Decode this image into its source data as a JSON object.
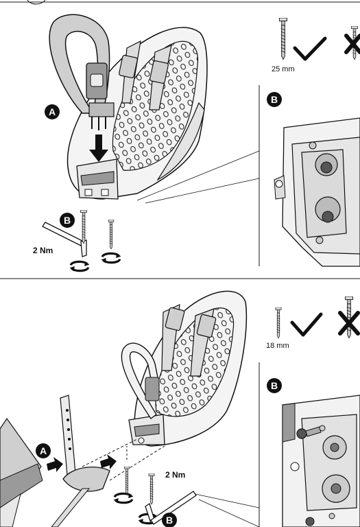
{
  "panels": {
    "top": {
      "markers": {
        "a": "A",
        "b": "B",
        "b_detail": "B"
      },
      "torque": "2 Nm",
      "screw_length": "25 mm"
    },
    "bottom": {
      "markers": {
        "a": "A",
        "b": "B",
        "b_detail": "B"
      },
      "torque": "2 Nm",
      "screw_length": "18 mm"
    }
  },
  "icons": {
    "correct": "check-icon",
    "incorrect": "cross-icon",
    "rotate": "rotate-arrow-icon",
    "push": "arrow-icon"
  },
  "colors": {
    "line": "#111111",
    "fill_light": "#ececec",
    "fill_mid": "#cfcfcf",
    "fill_dark": "#9a9a9a",
    "badge": "#111111",
    "badge_text": "#ffffff"
  }
}
